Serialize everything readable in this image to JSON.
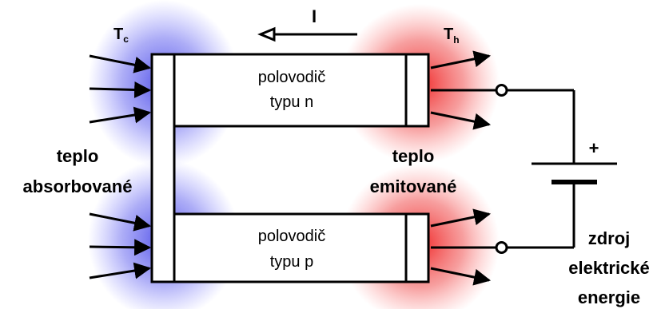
{
  "labels": {
    "cold_side_symbol": "T",
    "cold_side_subscript": "c",
    "hot_side_symbol": "T",
    "hot_side_subscript": "h",
    "current_label": "I",
    "n_type_line1": "polovodič",
    "n_type_line2": "typu n",
    "p_type_line1": "polovodič",
    "p_type_line2": "typu p",
    "heat_absorbed_line1": "teplo",
    "heat_absorbed_line2": "absorbované",
    "heat_emitted_line1": "teplo",
    "heat_emitted_line2": "emitované",
    "source_line1": "zdroj",
    "source_line2": "elektrické",
    "source_line3": "energie",
    "plus_sign": "+"
  },
  "colors": {
    "cold_glow": "#6a6af0",
    "hot_glow": "#f03a3a",
    "stroke": "#000000"
  }
}
